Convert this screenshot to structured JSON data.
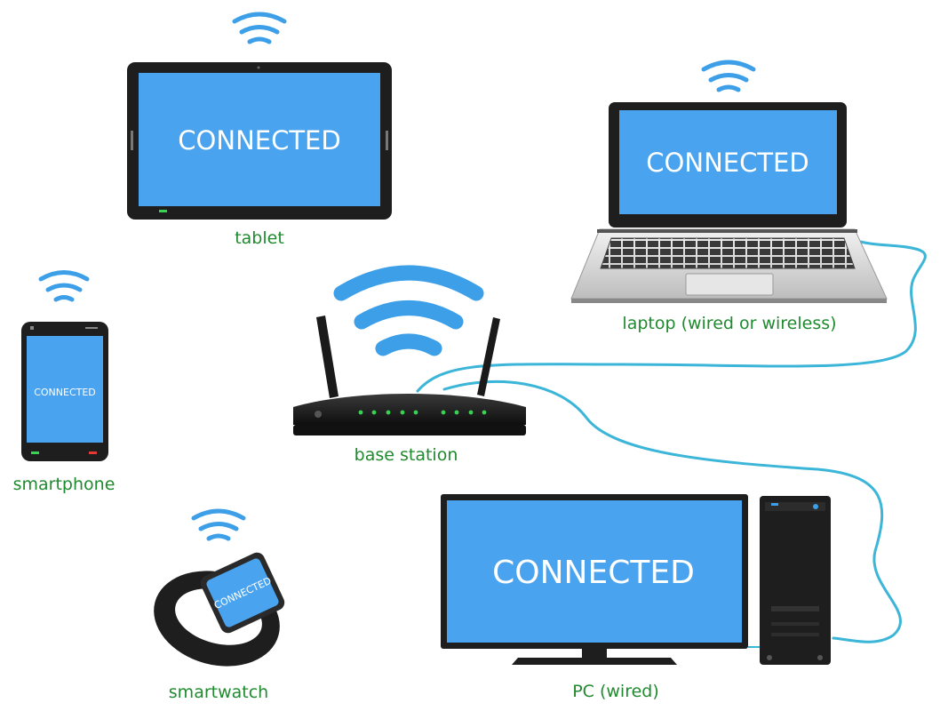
{
  "screens": {
    "tablet": "CONNECTED",
    "laptop": "CONNECTED",
    "smartphone": "CONNECTED",
    "smartwatch": "CONNECTED",
    "pc": "CONNECTED"
  },
  "labels": {
    "tablet": "tablet",
    "laptop": "laptop (wired or wireless)",
    "smartphone": "smartphone",
    "base_station": "base station",
    "smartwatch": "smartwatch",
    "pc": "PC (wired)"
  },
  "colors": {
    "screen": "#4aa3ee",
    "label": "#1f8a2e",
    "wifi": "#3d9fe8",
    "cable": "#3bb5d8",
    "device": "#1e1e1e"
  },
  "icons": {
    "wifi": "wifi-icon",
    "antenna": "antenna-icon",
    "status-led": "status-led-icon"
  }
}
